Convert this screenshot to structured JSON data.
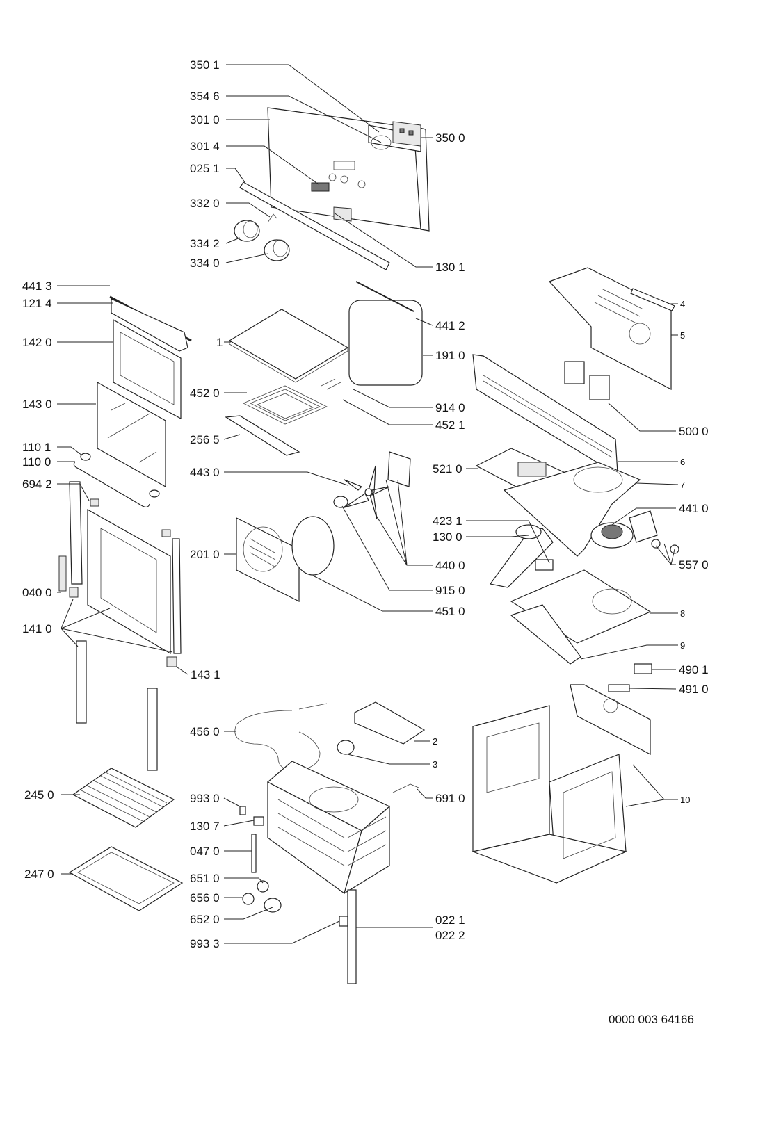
{
  "diagram": {
    "type": "exploded parts diagram",
    "document_number": "0000 003 64166",
    "callouts": {
      "c3501": "350 1",
      "c3546": "354 6",
      "c3010": "301 0",
      "c3014": "301 4",
      "c0251": "025 1",
      "c3320": "332 0",
      "c3342": "334 2",
      "c3340": "334 0",
      "c1301": "130 1",
      "c3500": "350 0",
      "c4413": "441 3",
      "c1214": "121 4",
      "c1420": "142 0",
      "c1430": "143 0",
      "c1101": "110 1",
      "c1100": "110 0",
      "c6942": "694 2",
      "c0400": "040 0",
      "c1410": "141 0",
      "c1431": "143 1",
      "c1": "1",
      "c4520": "452 0",
      "c2565": "256 5",
      "c4430": "443 0",
      "c2010": "201 0",
      "c4412": "441 2",
      "c1910": "191 0",
      "c9140": "914 0",
      "c4521": "452 1",
      "c5210": "521 0",
      "c4400": "440 0",
      "c9150": "915 0",
      "c4510": "451 0",
      "c4231": "423 1",
      "c1300": "130 0",
      "c4": "4",
      "c5": "5",
      "c5000": "500 0",
      "c6": "6",
      "c7": "7",
      "c4410": "441 0",
      "c5570": "557 0",
      "c8": "8",
      "c9": "9",
      "c4901": "490 1",
      "c4910": "491 0",
      "c10": "10",
      "c4560": "456 0",
      "c2": "2",
      "c3": "3",
      "c6910": "691 0",
      "c9930": "993 0",
      "c1307": "130 7",
      "c0470": "047 0",
      "c6510": "651 0",
      "c6560": "656 0",
      "c6520": "652 0",
      "c9933": "993 3",
      "c0221": "022 1",
      "c0222": "022 2",
      "c2450": "245 0",
      "c2470": "247 0"
    }
  }
}
